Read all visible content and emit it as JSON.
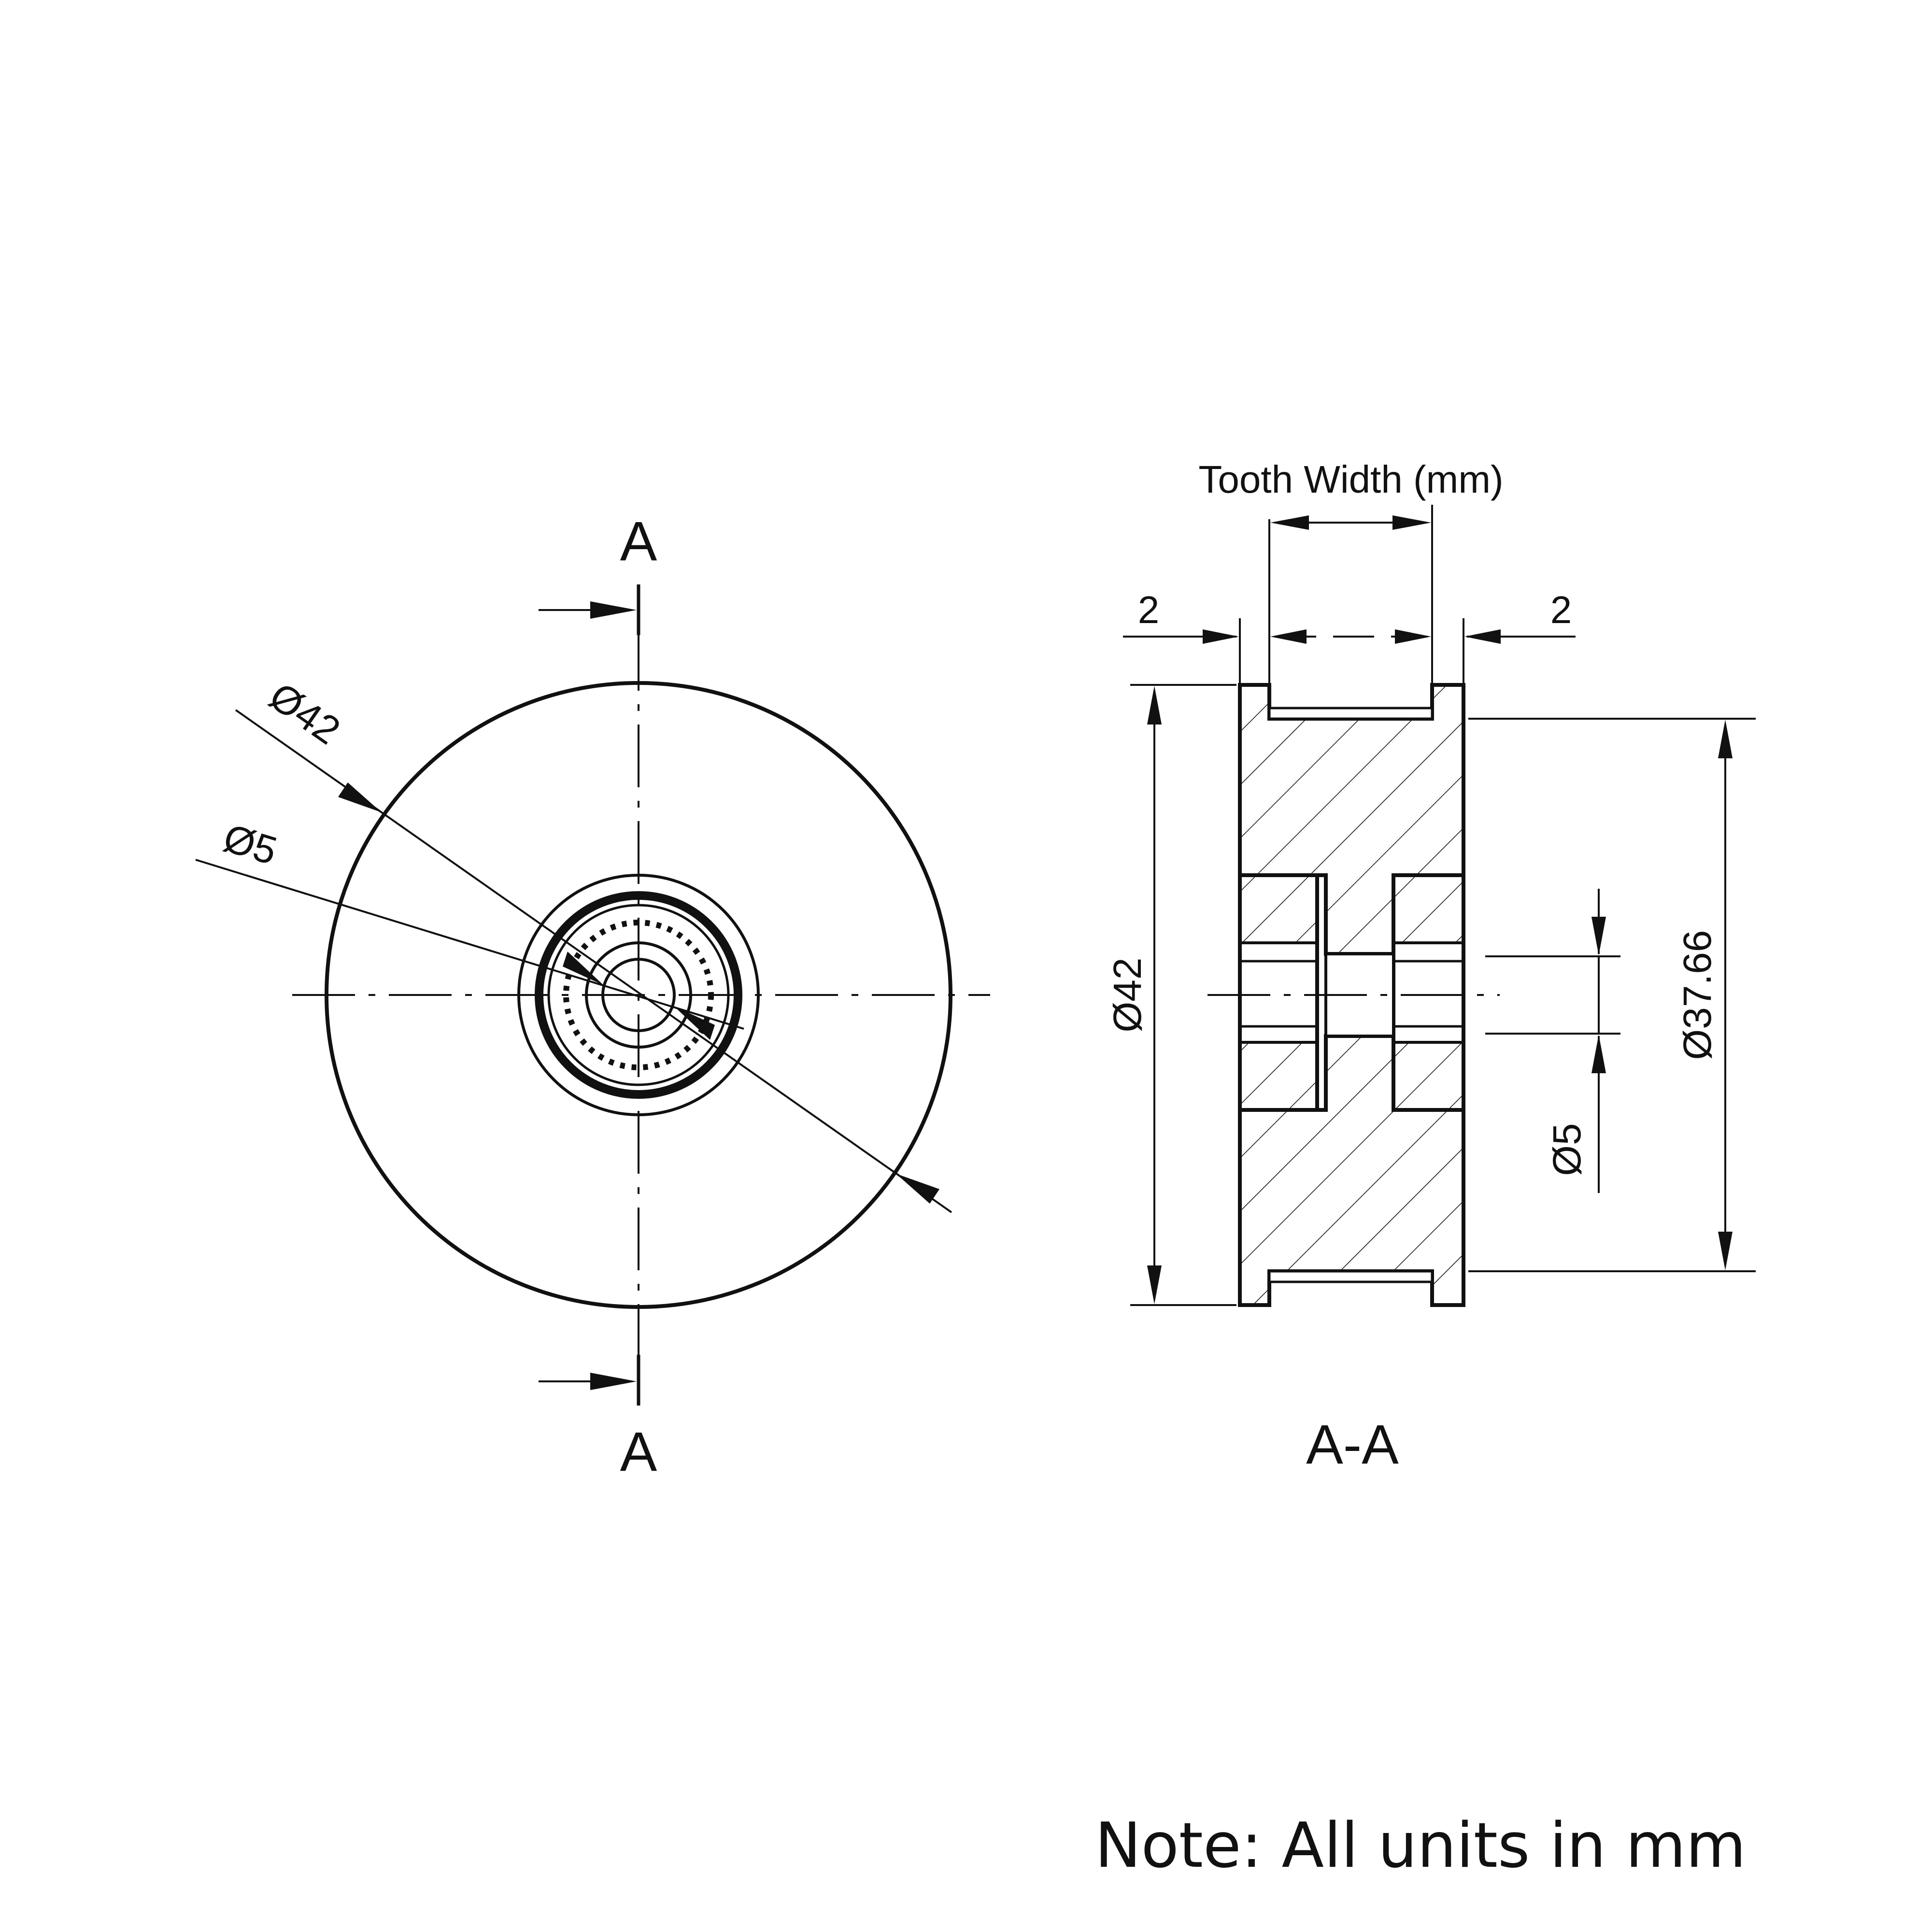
{
  "front_view": {
    "section_mark_top": "A",
    "section_mark_bottom": "A",
    "dim_outer_diameter": "Ø42",
    "dim_bore_diameter": "Ø5"
  },
  "section_view": {
    "title": "A-A",
    "dim_tooth_width": "Tooth Width (mm)",
    "dim_flange_left": "2",
    "dim_flange_right": "2",
    "dim_outer_diameter": "Ø42",
    "dim_tooth_diameter": "Ø37.66",
    "dim_bore_diameter": "Ø5"
  },
  "note": "Note: All units in mm",
  "colors": {
    "line": "#111111",
    "background": "#ffffff"
  }
}
